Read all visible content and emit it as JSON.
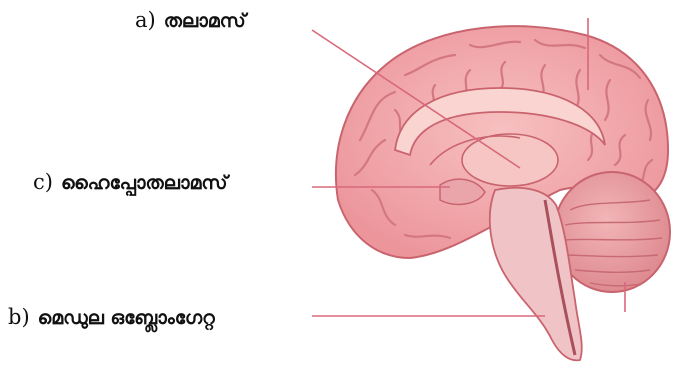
{
  "labels": {
    "a": {
      "letter": "a)",
      "text": "തലാമസ്"
    },
    "c": {
      "letter": "c)",
      "text": "ഹൈപ്പോതലാമസ്"
    },
    "b": {
      "letter": "b)",
      "text": "മെഡുല ഒബ്ലോംഗേറ്റ"
    }
  },
  "colors": {
    "cortex": "#f0a0a4",
    "cortex_dark": "#d9737c",
    "cortex_light": "#f8c8c6",
    "brainstem": "#eebcc0",
    "cerebellum": "#e8a2a6",
    "leader_line": "#d8687a"
  }
}
